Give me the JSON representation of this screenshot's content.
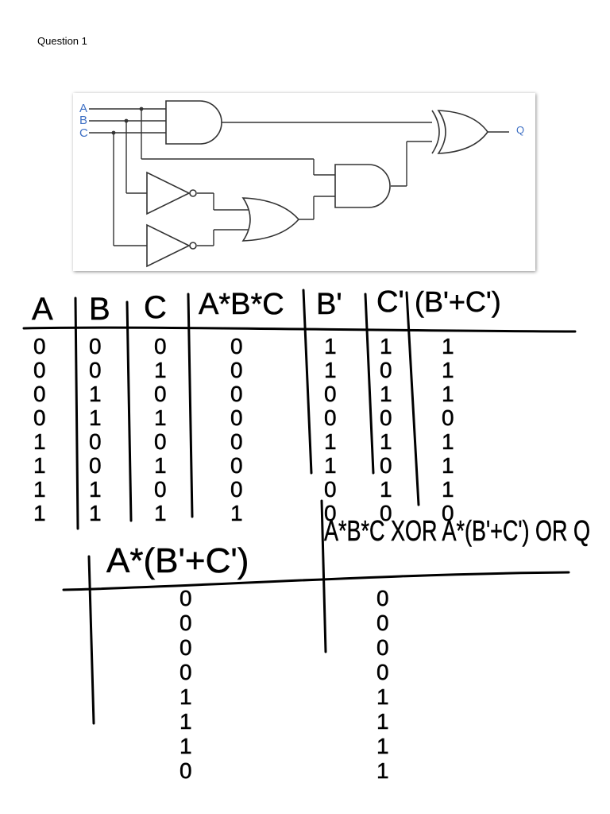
{
  "document": {
    "title": "Question 1"
  },
  "circuit": {
    "inputs": [
      "A",
      "B",
      "C"
    ],
    "output": "Q",
    "line_color": "#3d6fc4"
  },
  "truth_table_1": {
    "headers": [
      "A",
      "B",
      "C",
      "A*B*C",
      "B'",
      "C'",
      "(B'+C')"
    ],
    "columns": [
      [
        "0",
        "0",
        "0",
        "0",
        "1",
        "1",
        "1",
        "1"
      ],
      [
        "0",
        "0",
        "1",
        "1",
        "0",
        "0",
        "1",
        "1"
      ],
      [
        "0",
        "1",
        "0",
        "1",
        "0",
        "1",
        "0",
        "1"
      ],
      [
        "0",
        "0",
        "0",
        "0",
        "0",
        "0",
        "0",
        "1"
      ],
      [
        "1",
        "1",
        "0",
        "0",
        "1",
        "1",
        "0",
        "0"
      ],
      [
        "1",
        "0",
        "1",
        "0",
        "1",
        "0",
        "1",
        "0"
      ],
      [
        "1",
        "1",
        "1",
        "0",
        "1",
        "1",
        "1",
        "0"
      ]
    ]
  },
  "truth_table_2": {
    "headers": [
      "A*(B'+C')",
      "A*B*C XOR A*(B'+C') OR Q"
    ],
    "columns": [
      [
        "0",
        "0",
        "0",
        "0",
        "1",
        "1",
        "1",
        "0"
      ],
      [
        "0",
        "0",
        "0",
        "0",
        "1",
        "1",
        "1",
        "1"
      ]
    ]
  }
}
